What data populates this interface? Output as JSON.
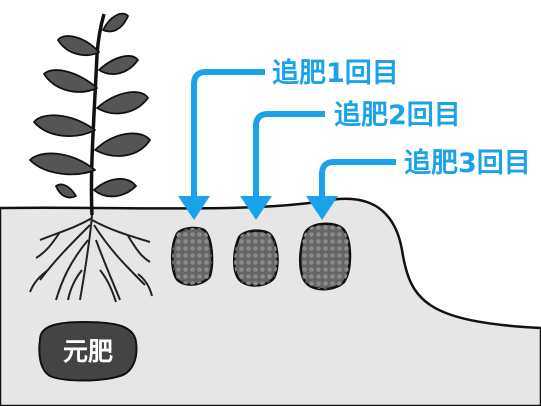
{
  "labels": {
    "topdress_1": "追肥1回目",
    "topdress_2": "追肥2回目",
    "topdress_3": "追肥3回目",
    "base_fertilizer": "元肥"
  },
  "colors": {
    "arrow": "#1aa3e8",
    "label_text": "#1aa3e8",
    "soil": "#e6e6e6",
    "soil_line": "#111111",
    "leaf": "#555555",
    "fertilizer_clod": "#666666",
    "base_badge": "#444444",
    "base_text": "#ffffff"
  },
  "icons": {
    "plant": "plant-with-roots-icon",
    "fertilizer": "fertilizer-clod-icon",
    "arrow": "down-arrow-icon"
  }
}
